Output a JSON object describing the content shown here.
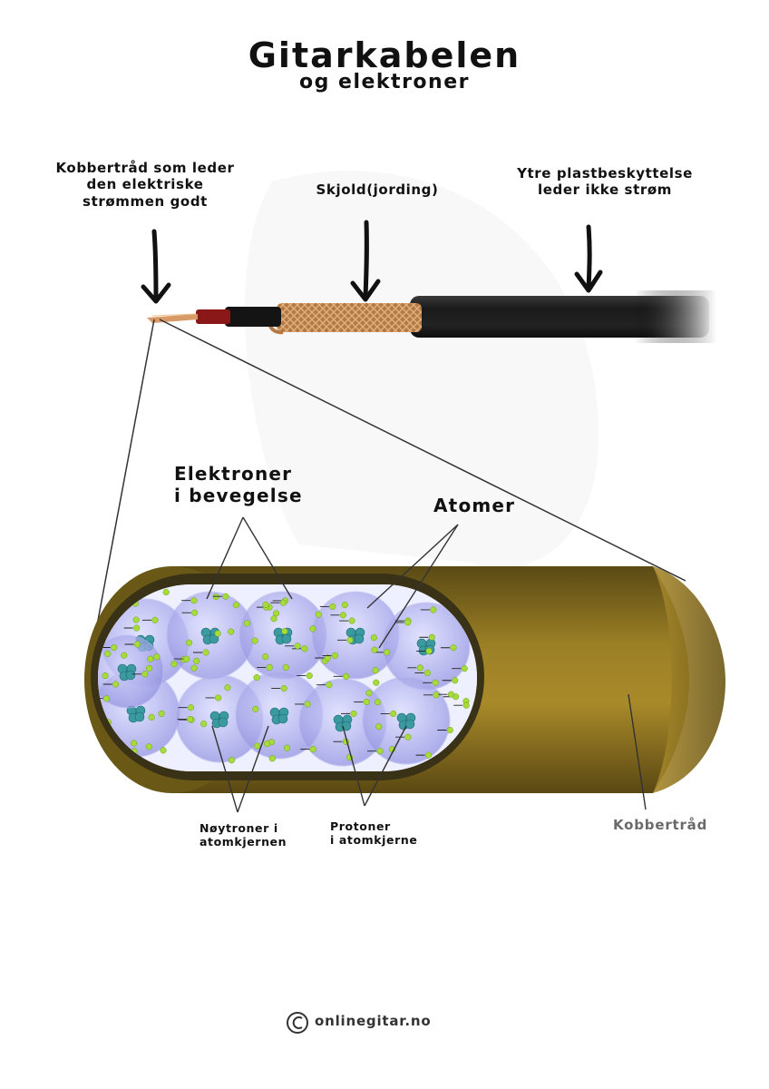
{
  "title": "Gitarkabelen",
  "subtitle": "og elektroner",
  "labels": {
    "copper_wire": "Kobbertråd som leder\nden elektriske\nstrømmen godt",
    "shield": "Skjold(jording)",
    "outer_plastic": "Ytre plastbeskyttelse\nleder ikke strøm",
    "electrons_moving": "Elektroner\ni bevegelse",
    "atoms": "Atomer",
    "neutrons": "Nøytroner i\natomkjernen",
    "protons": "Protoner\ni atomkjerne",
    "copper_wire_2": "Kobbertråd"
  },
  "footer": {
    "copyright_symbol": "©",
    "site": "onlinegitar.no"
  },
  "colors": {
    "copper_tube": "#8c7020",
    "tube_inner": "#3a3216",
    "atom_fill": "#9a9ae8",
    "electron": "#a6dc3a",
    "nucleus": "#3a9aa0",
    "shield_braid": "#c8844a",
    "cable_jacket": "#1c1c1c"
  },
  "icons": [
    "arrow-down-icon",
    "electron-dot-icon",
    "nucleus-icon",
    "copyright-icon"
  ]
}
